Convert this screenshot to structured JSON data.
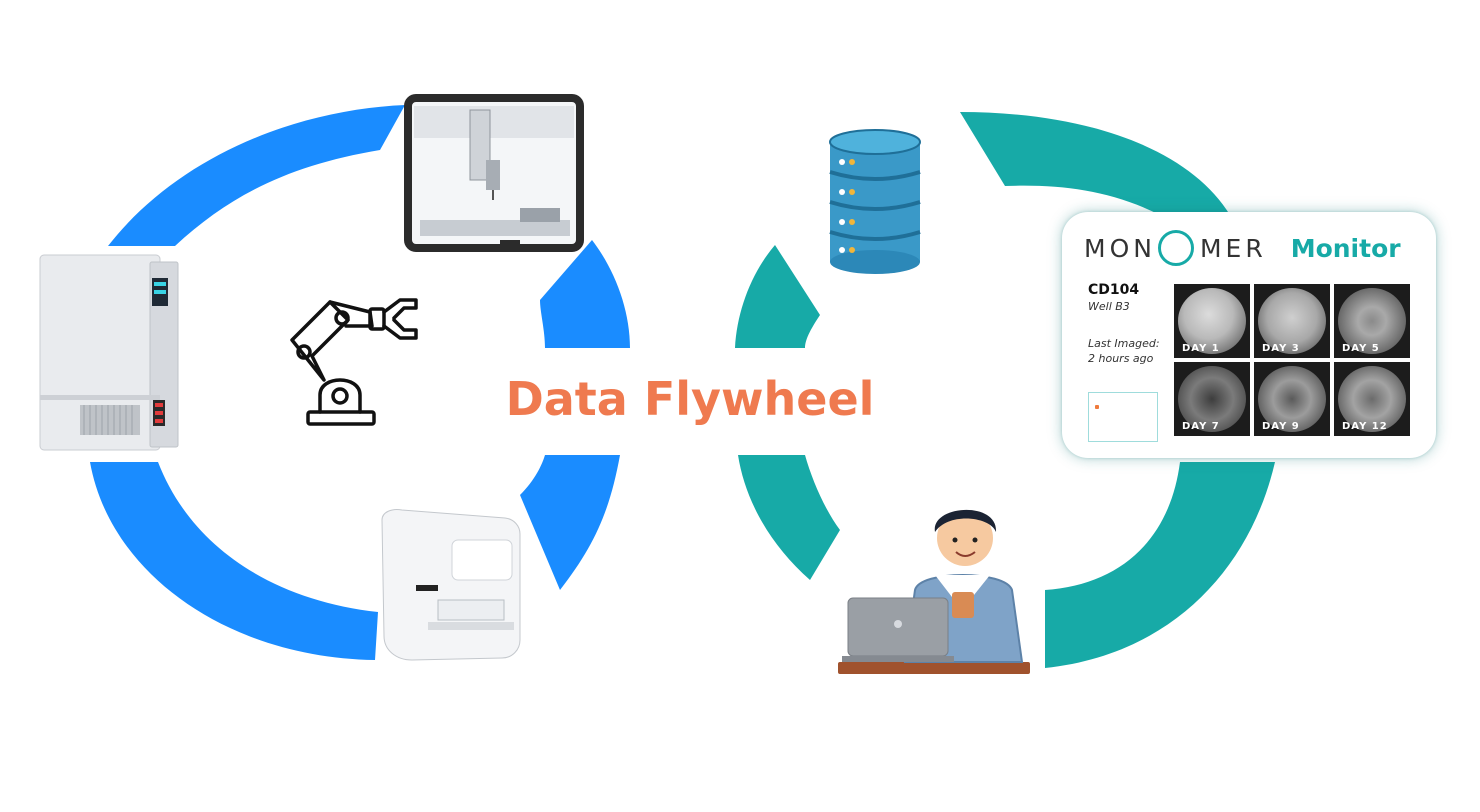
{
  "title": "Data Flywheel",
  "colors": {
    "blue": "#1a8cff",
    "teal": "#17aaa7",
    "title": "#ef7a4f",
    "monitor": "#17aaa7"
  },
  "icons": {
    "incubator": "incubator-icon",
    "liquid_handler": "liquid-handler-icon",
    "robot_arm": "robot-arm-icon",
    "plate_imager": "plate-imager-icon",
    "database": "database-icon",
    "scientist": "scientist-laptop-icon"
  },
  "card": {
    "brand_left": "MON",
    "brand_right": "MER",
    "monitor": "Monitor",
    "sample_id": "CD104",
    "well": "Well B3",
    "last_imaged": "Last Imaged:",
    "last_imaged_time": "2 hours ago",
    "days": [
      "DAY 1",
      "DAY 3",
      "DAY 5",
      "DAY 7",
      "DAY 9",
      "DAY 12"
    ]
  }
}
